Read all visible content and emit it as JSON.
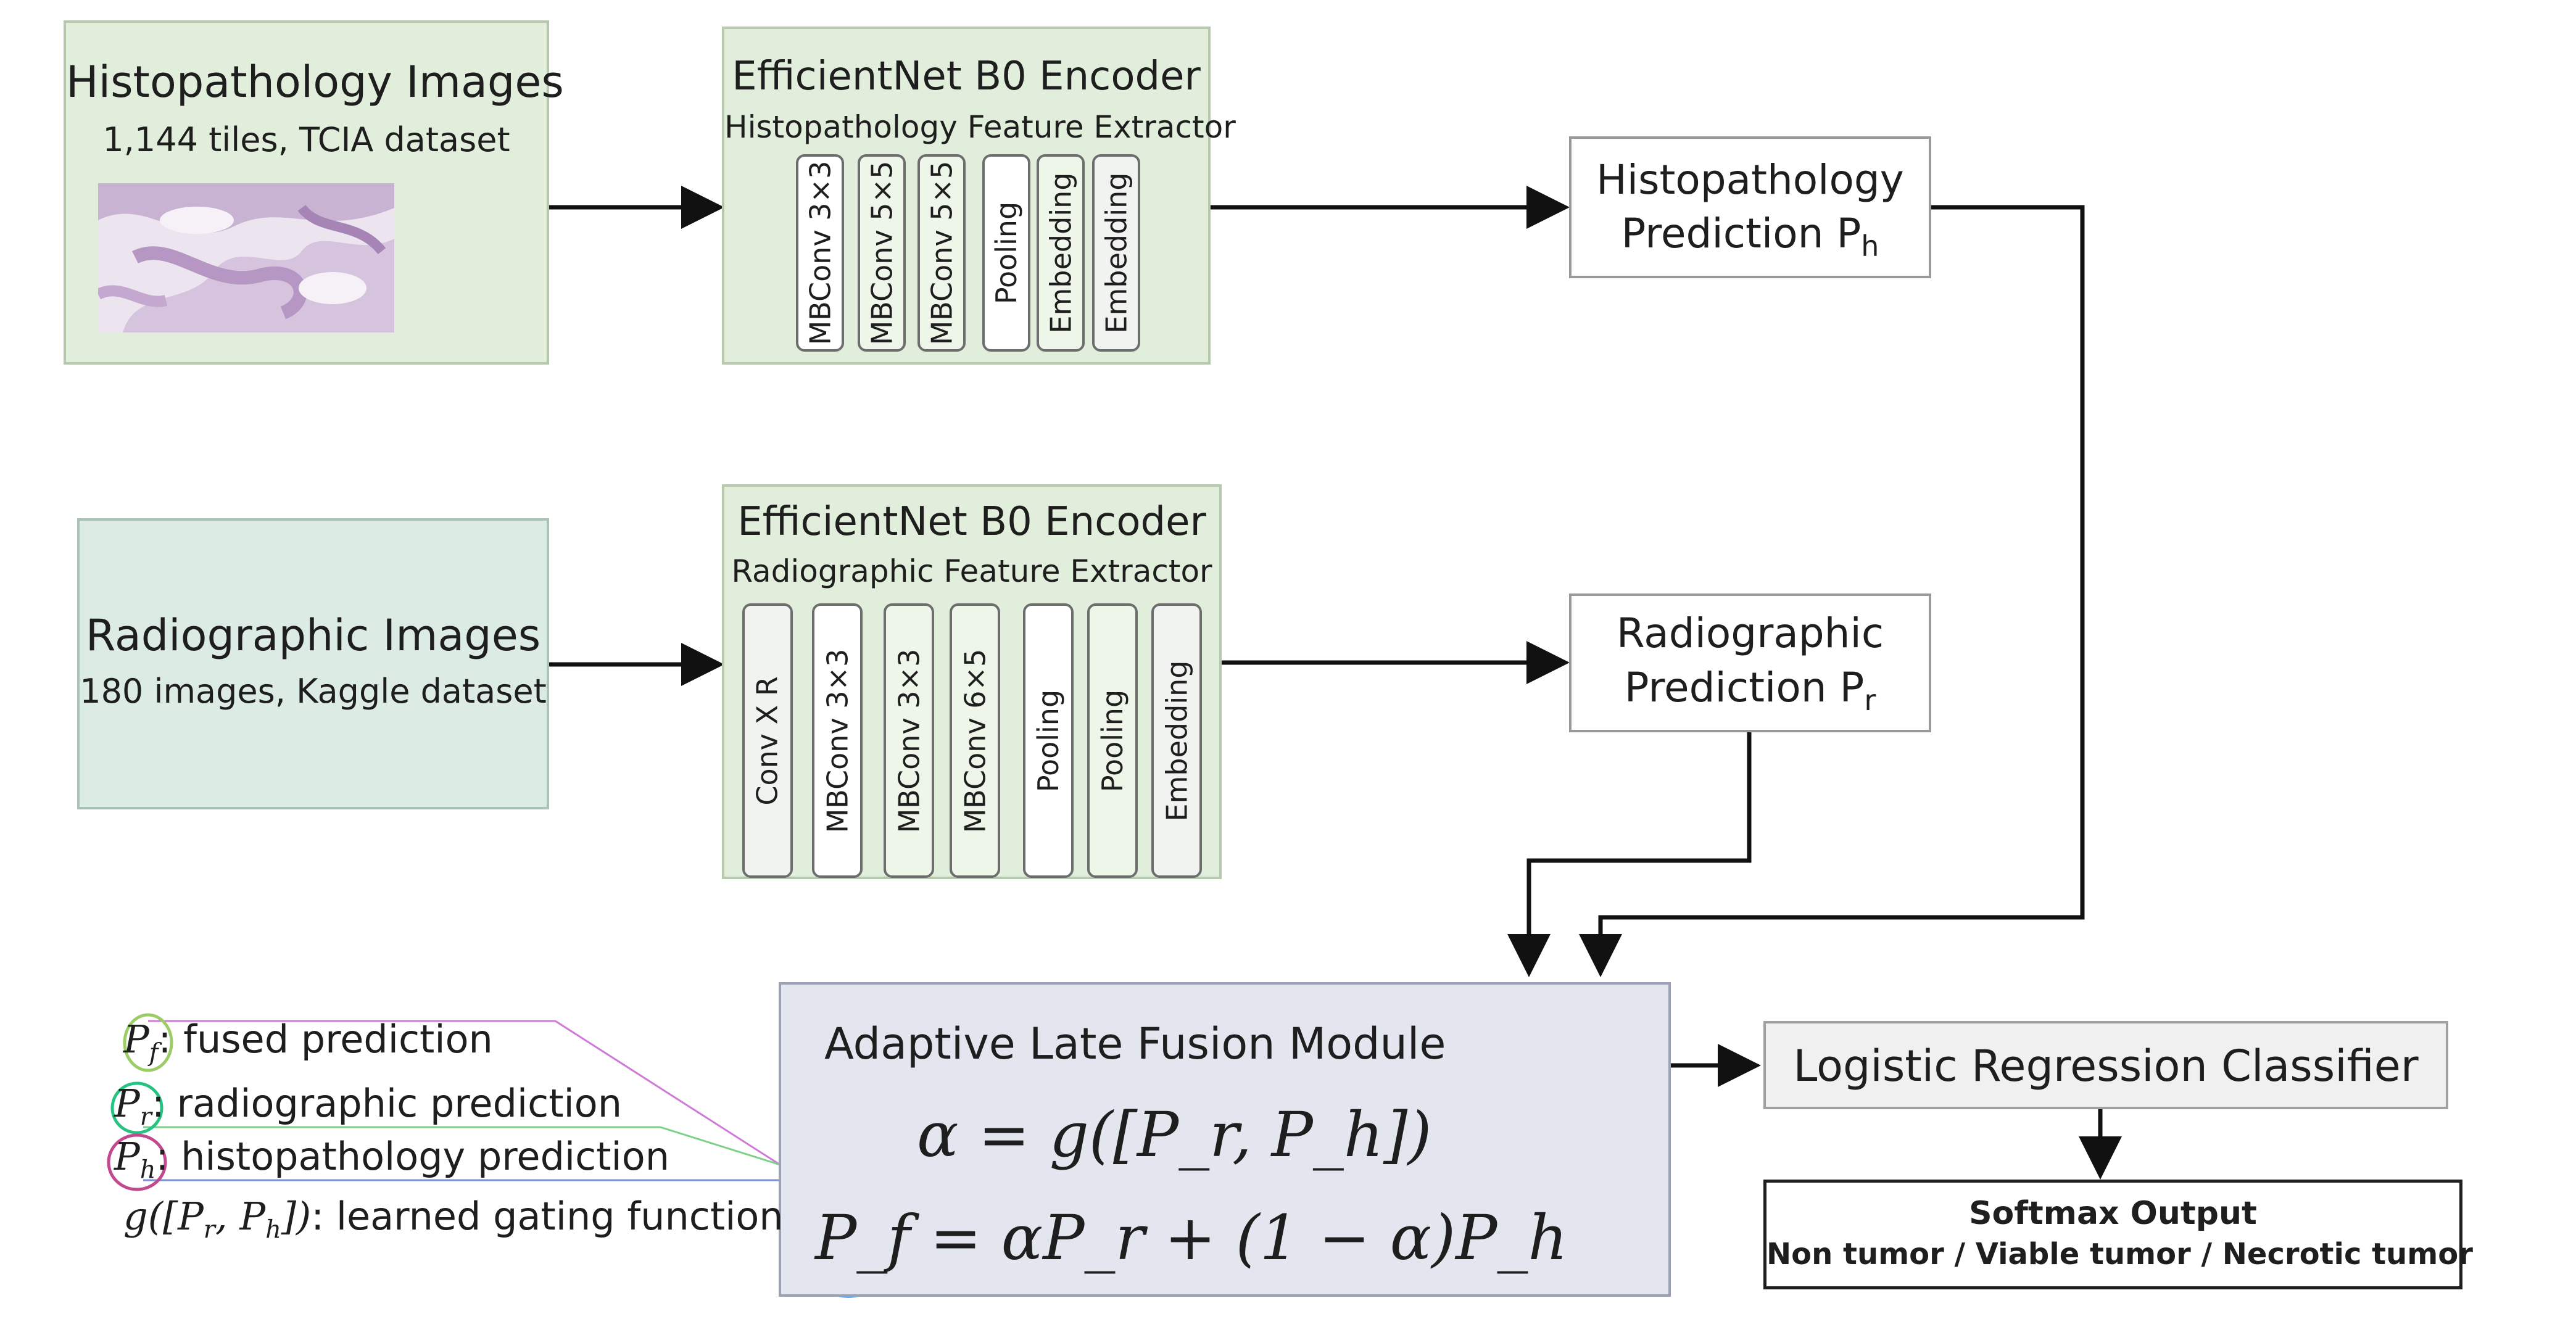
{
  "histo_input": {
    "title": "Histopathology Images",
    "subtitle": "1,144 tiles, TCIA dataset"
  },
  "radio_input": {
    "title": "Radiographic Images",
    "subtitle": "180 images, Kaggle dataset"
  },
  "histo_encoder": {
    "title": "EfficientNet B0 Encoder",
    "subtitle": "Histopathology Feature Extractor",
    "layers": [
      "MBConv 3×3",
      "MBConv 5×5",
      "MBConv 5×5",
      "Pooling",
      "Embedding",
      "Embedding"
    ]
  },
  "radio_encoder": {
    "title": "EfficientNet B0 Encoder",
    "subtitle": "Radiographic Feature Extractor",
    "layers": [
      "Conv X R",
      "MBConv  3×3",
      "MBConv  3×3",
      "MBConv  6×5",
      "Pooling",
      "Pooling",
      "Embedding"
    ]
  },
  "histo_pred": {
    "line1": "Histopathology",
    "line2": "Prediction P",
    "sub": "h"
  },
  "radio_pred": {
    "line1": "Radiographic",
    "line2": "Prediction P",
    "sub": "r"
  },
  "fusion": {
    "title": "Adaptive Late Fusion Module",
    "eq1": "α = g([P_r, P_h])",
    "eq2": "P_f = αP_r + (1 − α)P_h"
  },
  "classifier": {
    "label": "Logistic Regression Classifier"
  },
  "output": {
    "title": "Softmax Output",
    "classes": "Non tumor / Viable tumor / Necrotic tumor"
  },
  "legend": {
    "pf": ": fused prediction",
    "pr": ": radiographic prediction",
    "ph": ": histopathology prediction",
    "g": ": learned gating function"
  },
  "colors": {
    "pf_circle": "#1a6fdc",
    "pr_circle": "#22c76a",
    "ph_circle": "#e0226e",
    "pf_legend_circle": "#9ccc65",
    "pr_legend_circle": "#26c281",
    "ph_legend_circle": "#c2488f"
  }
}
